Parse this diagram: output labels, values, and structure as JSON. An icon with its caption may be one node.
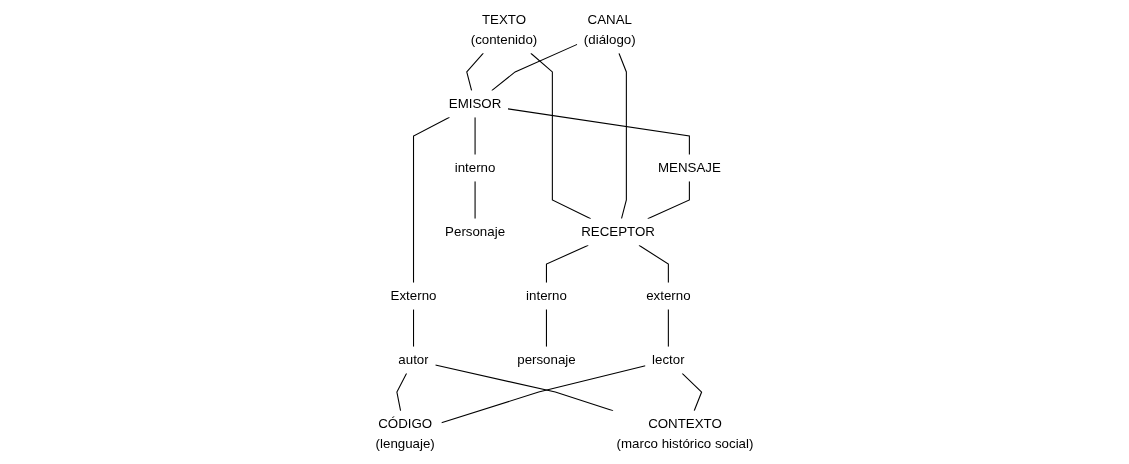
{
  "diagram": {
    "nodes": [
      {
        "text": [
          "TEXTO",
          "(contenido)"
        ]
      },
      {
        "text": [
          "CANAL",
          "(diálogo)"
        ]
      },
      {
        "text": [
          "EMISOR"
        ]
      },
      {
        "text": [
          "MENSAJE"
        ]
      },
      {
        "text": [
          "RECEPTOR"
        ]
      },
      {
        "text": [
          "Externo"
        ]
      },
      {
        "text": [
          "interno"
        ]
      },
      {
        "text": [
          "interno"
        ]
      },
      {
        "text": [
          "externo"
        ]
      },
      {
        "text": [
          "autor"
        ]
      },
      {
        "text": [
          "Personaje"
        ]
      },
      {
        "text": [
          "personaje"
        ]
      },
      {
        "text": [
          "lector"
        ]
      },
      {
        "text": [
          "CÓDIGO",
          "(lenguaje)"
        ]
      },
      {
        "text": [
          "CONTEXTO",
          "(marco histórico social)"
        ]
      }
    ],
    "edges": [
      {
        "from": 0,
        "to": 2,
        "arrow": "none"
      },
      {
        "from": 0,
        "to": 4,
        "arrow": "none"
      },
      {
        "from": 1,
        "to": 2,
        "arrow": "none"
      },
      {
        "from": 1,
        "to": 4,
        "arrow": "none"
      },
      {
        "from": 2,
        "to": 3,
        "arrow": "none"
      },
      {
        "from": 3,
        "to": 4,
        "arrow": "none"
      },
      {
        "from": 2,
        "to": 5,
        "arrow": "none"
      },
      {
        "from": 2,
        "to": 6,
        "arrow": "none"
      },
      {
        "from": 4,
        "to": 7,
        "arrow": "none"
      },
      {
        "from": 4,
        "to": 8,
        "arrow": "none"
      },
      {
        "from": 5,
        "to": 9,
        "arrow": "none"
      },
      {
        "from": 6,
        "to": 10,
        "arrow": "none"
      },
      {
        "from": 7,
        "to": 11,
        "arrow": "none"
      },
      {
        "from": 8,
        "to": 12,
        "arrow": "none"
      },
      {
        "from": 9,
        "to": 13,
        "arrow": "none"
      },
      {
        "from": 9,
        "to": 14,
        "arrow": "none"
      },
      {
        "from": 12,
        "to": 13,
        "arrow": "none"
      },
      {
        "from": 12,
        "to": 14,
        "arrow": "none"
      }
    ]
  }
}
